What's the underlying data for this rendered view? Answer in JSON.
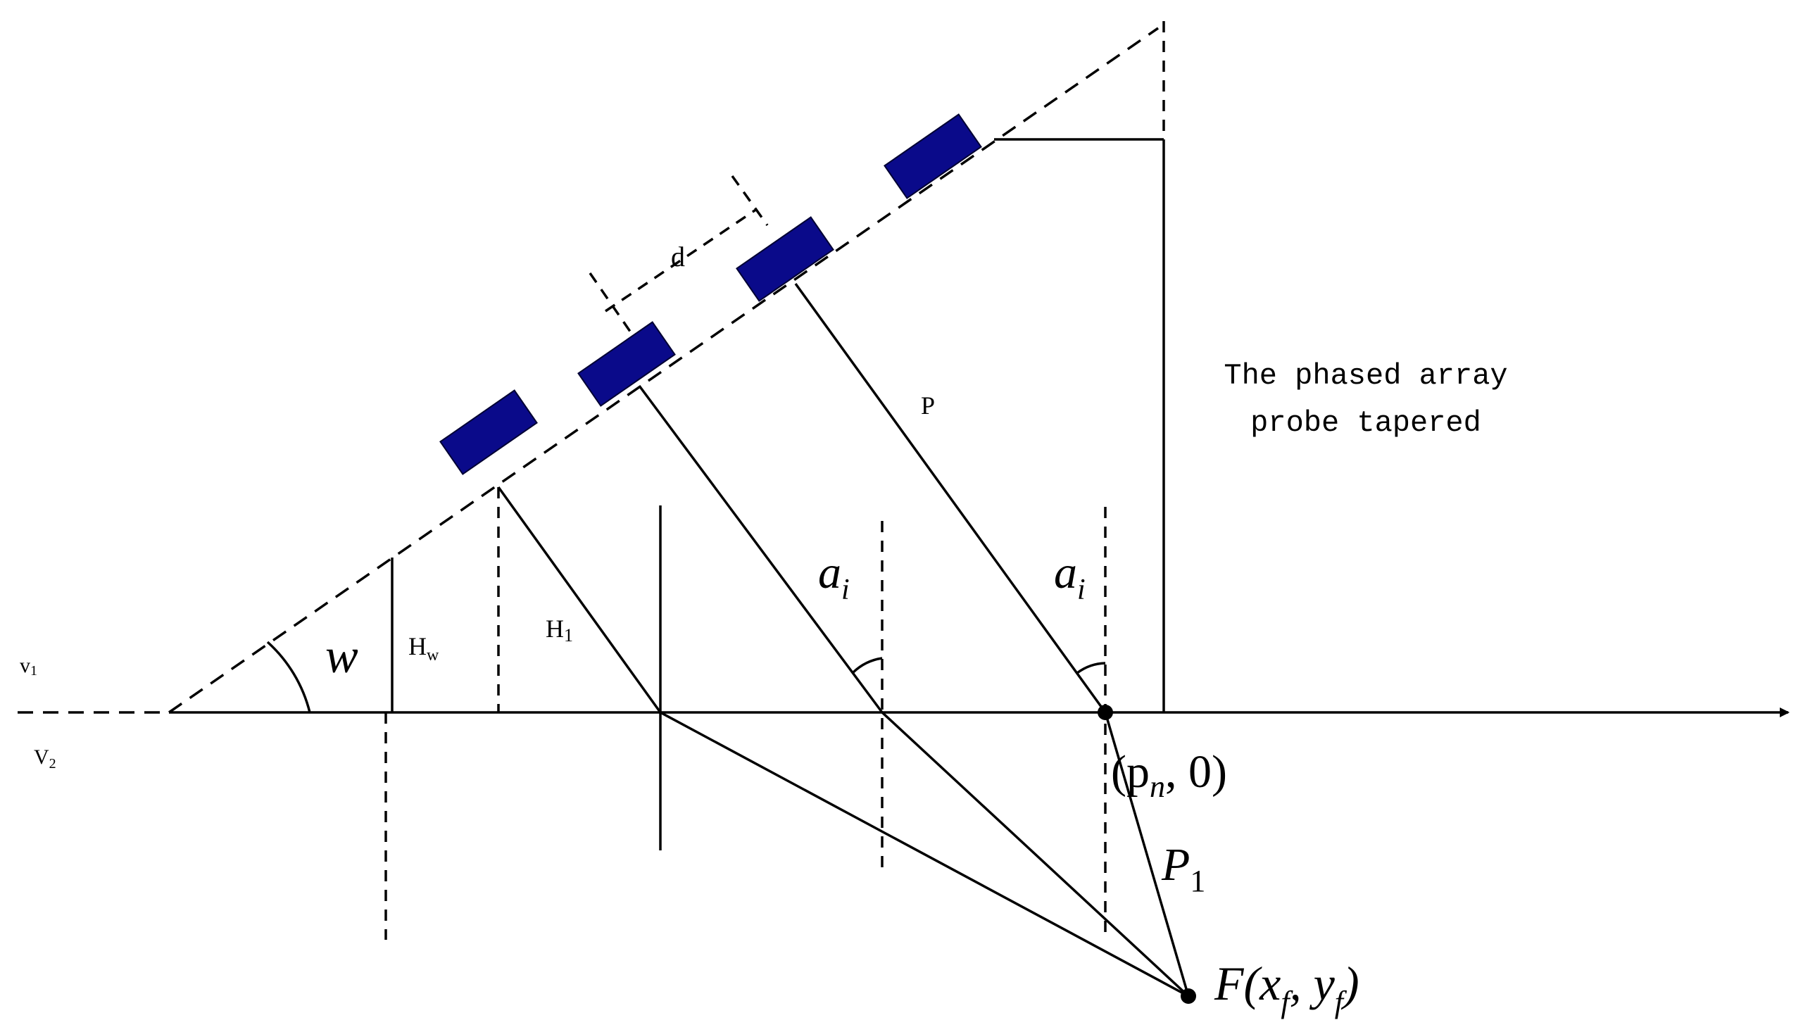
{
  "labels": {
    "v1": "v",
    "v1_sub": "1",
    "v2": "V",
    "v2_sub": "2",
    "w": "w",
    "hw": "H",
    "hw_sub": "w",
    "h1": "H",
    "h1_sub": "1",
    "d": "d",
    "p": "P",
    "a_i_1": "a",
    "a_i_1_sub": "i",
    "a_i_2": "a",
    "a_i_2_sub": "i",
    "pn_point": "(p",
    "pn_sub": "n",
    "pn_tail": ", 0)",
    "p1": "P",
    "p1_sub": "1",
    "focus": "F(x",
    "focus_x_sub": "f",
    "focus_mid": ", y",
    "focus_y_sub": "f",
    "focus_tail": ")",
    "caption_line1": "The phased array",
    "caption_line2": "probe tapered"
  },
  "colors": {
    "element_fill": "#0a0a8a",
    "line": "#000000"
  }
}
